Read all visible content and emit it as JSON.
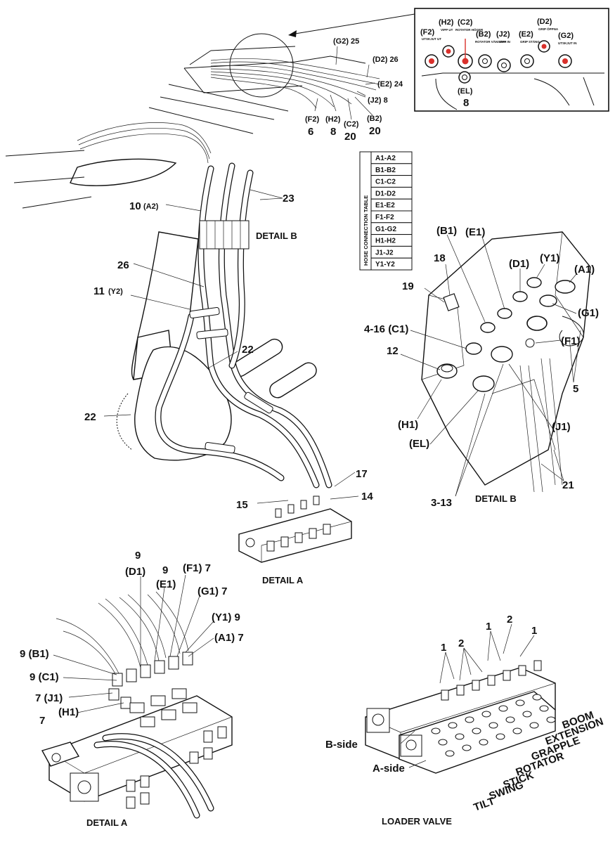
{
  "detail_box_callouts": {
    "F2": "(F2)",
    "F2_sub": "UTSKJUT UT",
    "H2": "(H2)",
    "H2_sub": "VIPP UT",
    "C2": "(C2)",
    "C2_sub": "ROTATOR HÖGER",
    "B2": "(B2)",
    "B2_sub": "ROTATOR VÄNSTER",
    "J2": "(J2)",
    "J2_sub": "VIPP IN",
    "E2": "(E2)",
    "E2_sub": "GRIP STÄNG",
    "D2": "(D2)",
    "D2_sub": "GRIP ÖPPNA",
    "G2": "(G2)",
    "G2_sub": "UTSKJUT IN",
    "EL": "(EL)",
    "EL_num": "8"
  },
  "boom_top_callouts": {
    "g2_25": "(G2) 25",
    "d2_26": "(D2) 26",
    "e2_24": "(E2) 24",
    "j2_8": "(J2) 8",
    "f2": "(F2)",
    "f2_num": "6",
    "h2": "(H2)",
    "h2_num": "8",
    "c2": "(C2)",
    "c2_num": "20",
    "b2": "(B2)",
    "b2_num": "20"
  },
  "hose_table": {
    "heading": "HOSE CONNECTION TABLE",
    "rows": [
      "A1-A2",
      "B1-B2",
      "C1-C2",
      "D1-D2",
      "E1-E2",
      "F1-F2",
      "G1-G2",
      "H1-H2",
      "J1-J2",
      "Y1-Y2"
    ]
  },
  "boom_callouts": {
    "c10": "10",
    "c10_sub": "(A2)",
    "c23": "23",
    "detail_b_ref": "DETAIL B",
    "c26": "26",
    "c11": "11",
    "c11_sub": "(Y2)",
    "c22a": "22",
    "c22b": "22",
    "c17": "17",
    "c14": "14",
    "c15": "15",
    "detail_a_ref": "DETAIL A"
  },
  "detail_b": {
    "b1": "(B1)",
    "e1": "(E1)",
    "d1": "(D1)",
    "y1": "(Y1)",
    "a1": "(A1)",
    "c18": "18",
    "c19": "19",
    "g1": "(G1)",
    "c4_16": "4-16 (C1)",
    "f1": "(F1)",
    "c12": "12",
    "c5": "5",
    "h1": "(H1)",
    "j1": "(J1)",
    "el": "(EL)",
    "c21": "21",
    "c3_13": "3-13",
    "title": "DETAIL B"
  },
  "detail_a": {
    "n9_top": "9",
    "d1": "(D1)",
    "n9_e": "9",
    "e1": "(E1)",
    "f1_7": "(F1) 7",
    "g1_7": "(G1) 7",
    "y1_9": "(Y1) 9",
    "a1_7": "(A1) 7",
    "b1": "9 (B1)",
    "c1": "9 (C1)",
    "j1": "7 (J1)",
    "n7": "7",
    "h1": "(H1)",
    "title": "DETAIL A"
  },
  "loader_valve": {
    "n1a": "1",
    "n2a": "2",
    "n1b": "1",
    "n1c": "1",
    "n2b": "2",
    "b_side": "B-side",
    "a_side": "A-side",
    "functions": [
      "BOOM",
      "EXTENSION",
      "GRAPPLE",
      "ROTATOR",
      "STICK",
      "SWING",
      "TILT"
    ],
    "title": "LOADER VALVE"
  }
}
